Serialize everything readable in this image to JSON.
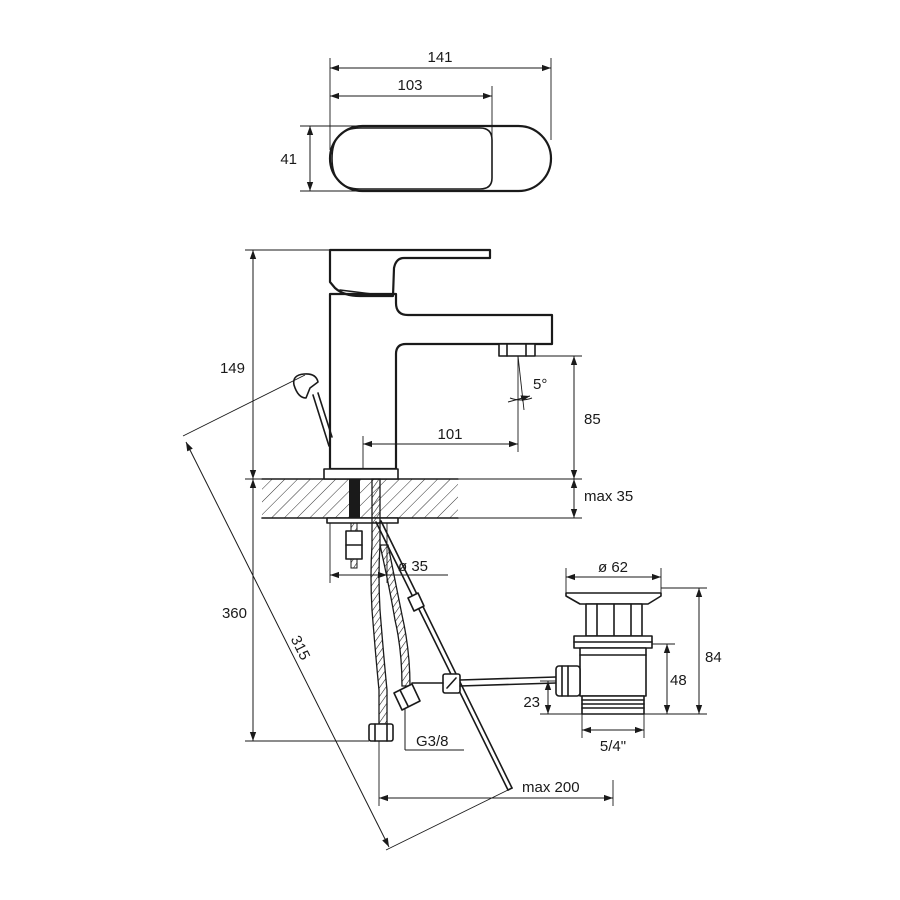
{
  "dimensions": {
    "top_width": "141",
    "top_inner": "103",
    "top_height": "41",
    "height": "149",
    "spout_angle": "5°",
    "reach": "101",
    "spout_height": "85",
    "max_thickness": "max 35",
    "hole_diameter": "ø 35",
    "total_height": "360",
    "rod_length": "315",
    "thread": "G3/8",
    "max_length": "max 200",
    "waste_diameter": "ø 62",
    "waste_height": "84",
    "waste_body": "48",
    "waste_connection": "23",
    "waste_thread": "5/4\""
  }
}
